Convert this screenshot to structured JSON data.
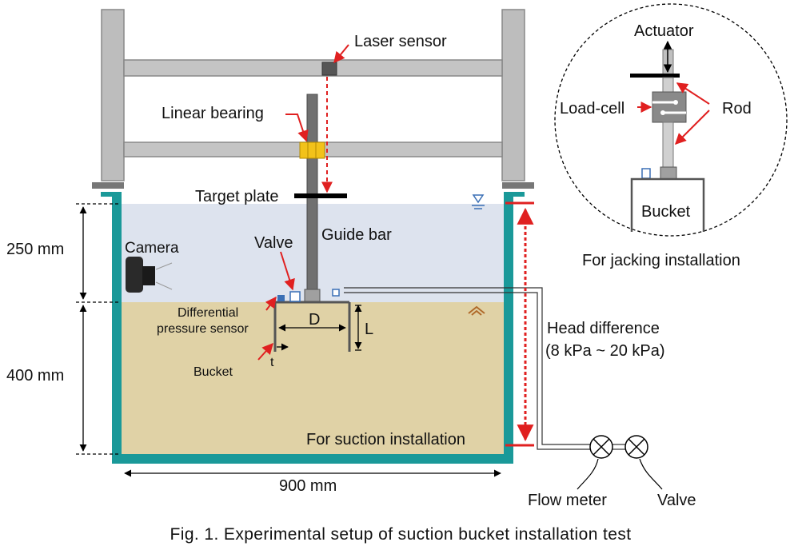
{
  "labels": {
    "laser_sensor": "Laser sensor",
    "linear_bearing": "Linear bearing",
    "target_plate": "Target plate",
    "guide_bar": "Guide bar",
    "camera": "Camera",
    "valve_top": "Valve",
    "diff_sensor_line1": "Differential",
    "diff_sensor_line2": "pressure sensor",
    "bucket": "Bucket",
    "dim_D": "D",
    "dim_L": "L",
    "dim_t": "t",
    "dim_250": "250 mm",
    "dim_400": "400 mm",
    "dim_900": "900 mm",
    "head_diff_line1": "Head difference",
    "head_diff_line2": "(8 kPa ~ 20 kPa)",
    "suction_install": "For suction installation",
    "flow_meter": "Flow meter",
    "valve_bottom": "Valve"
  },
  "inset": {
    "actuator": "Actuator",
    "load_cell": "Load-cell",
    "rod": "Rod",
    "bucket": "Bucket",
    "title": "For jacking installation"
  },
  "caption": "Fig. 1. Experimental setup of suction bucket installation test",
  "colors": {
    "tank": "#1a9999",
    "water": "#dde3ee",
    "soil": "#e0d2a6",
    "frame": "#b8b8b8",
    "pointer": "#e02020",
    "bearing": "#f2c21a"
  }
}
